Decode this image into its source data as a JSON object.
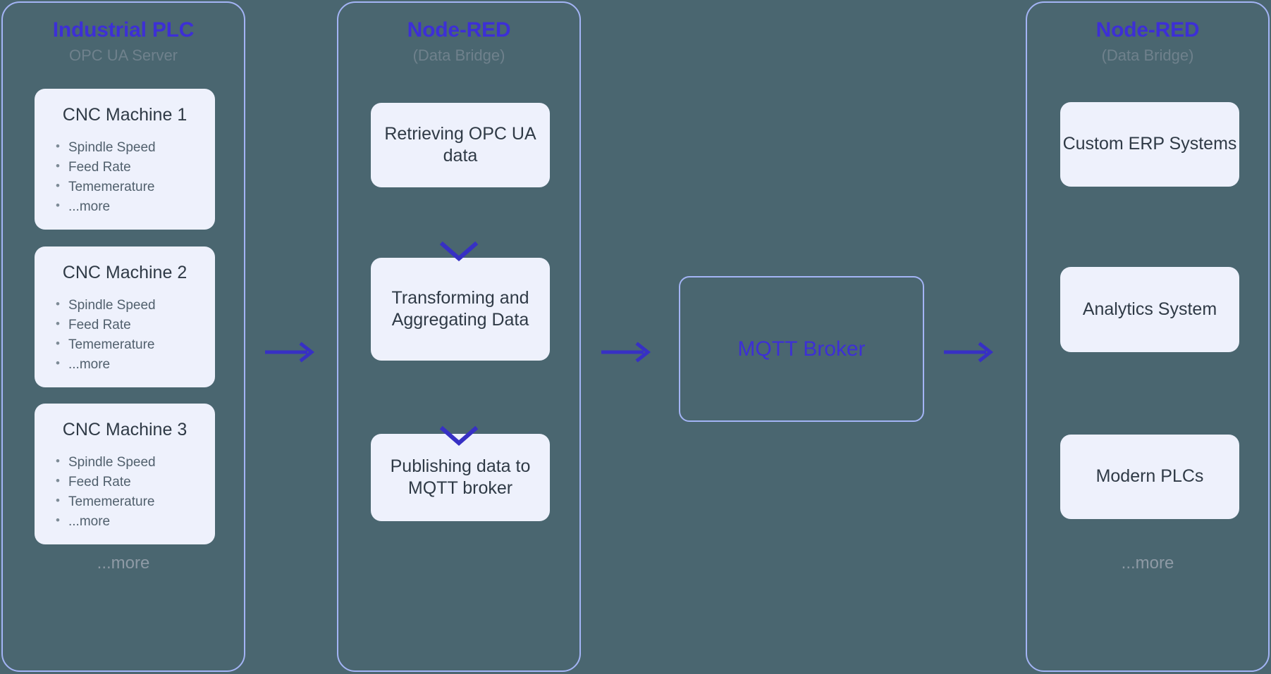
{
  "diagram": {
    "background_color": "#4a6670",
    "accent_color": "#3d2fd6",
    "border_color": "#a3b4f5",
    "card_color": "#eef1fc",
    "muted_text_color": "#6f818c",
    "connector_color": "#3730c4"
  },
  "columns": [
    {
      "id": "industrial-plc",
      "title": "Industrial PLC",
      "subtitle": "OPC UA Server",
      "footer": "...more",
      "machines": [
        {
          "name": "CNC Machine 1",
          "metrics": [
            "Spindle Speed",
            "Feed Rate",
            "Tememerature",
            "...more"
          ]
        },
        {
          "name": "CNC Machine 2",
          "metrics": [
            "Spindle Speed",
            "Feed Rate",
            "Tememerature",
            "...more"
          ]
        },
        {
          "name": "CNC Machine 3",
          "metrics": [
            "Spindle Speed",
            "Feed Rate",
            "Tememerature",
            "...more"
          ]
        }
      ]
    },
    {
      "id": "node-red-bridge",
      "title": "Node-RED",
      "subtitle": "(Data Bridge)",
      "steps": [
        "Retrieving OPC UA data",
        "Transforming and Aggregating Data",
        "Publishing data to MQTT broker"
      ]
    },
    {
      "id": "node-red-consumers",
      "title": "Node-RED",
      "subtitle": "(Data Bridge)",
      "footer": "...more",
      "consumers": [
        "Custom ERP Systems",
        "Analytics System",
        "Modern PLCs"
      ]
    }
  ],
  "broker": {
    "label": "MQTT Broker"
  },
  "connectors": {
    "plc_to_nodered": "arrow-right",
    "nodered_to_mqtt": "arrow-right",
    "mqtt_to_consumers": "arrow-right",
    "step_1_to_2": "chevron-down",
    "step_2_to_3": "chevron-down"
  }
}
